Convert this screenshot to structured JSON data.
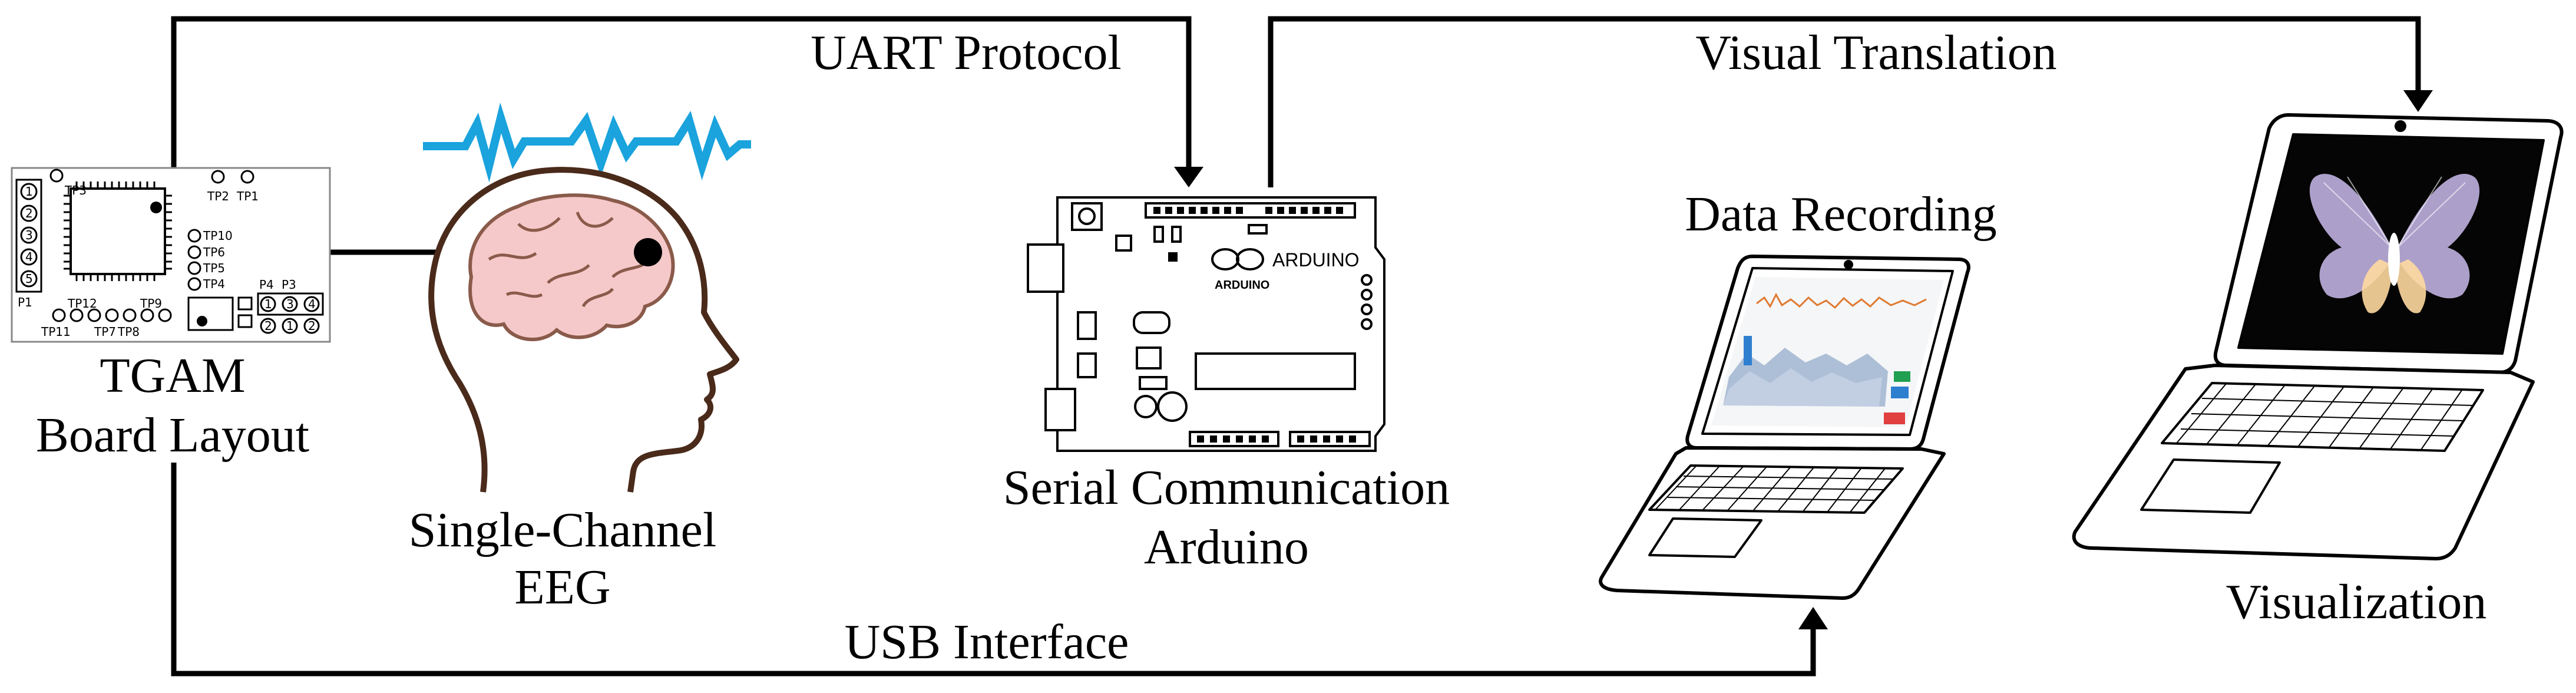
{
  "labels": {
    "uart": "UART Protocol",
    "visual_translation": "Visual Translation",
    "usb": "USB Interface",
    "tgam_line1": "TGAM",
    "tgam_line2": "Board Layout",
    "eeg_line1": "Single-Channel",
    "eeg_line2": "EEG",
    "serial_line1": "Serial Communication",
    "serial_line2": "Arduino",
    "data_recording": "Data Recording",
    "visualization": "Visualization"
  },
  "board": {
    "pins": [
      "1",
      "2",
      "3",
      "4",
      "5"
    ],
    "tp_top": [
      "TP3",
      "TP2",
      "TP1"
    ],
    "tp_right": [
      "TP10",
      "TP6",
      "TP5",
      "TP4"
    ],
    "tp_bottom": [
      "TP12",
      "TP9",
      "TP11",
      "TP7",
      "TP8"
    ],
    "p1": "P1",
    "p4": "P4",
    "p3": "P3",
    "p_pins_top": [
      "1",
      "3",
      "4"
    ],
    "p_pins_bottom": [
      "2",
      "1",
      "2"
    ]
  },
  "arduino": {
    "logo_text": "ARDUINO",
    "logo_small": "ARDUINO"
  },
  "colors": {
    "line": "#000000",
    "eeg_wave": "#1aa3dd",
    "brain": "#f5c9c9",
    "brain_outline": "#8a5a4a",
    "head_outline": "#4a2a1a",
    "screen_dark": "#050505",
    "butterfly": "#c9b8e8"
  },
  "icons": {
    "chip": "microcontroller-chip-icon",
    "arduino": "arduino-board-icon",
    "laptop": "laptop-icon",
    "brain": "brain-icon",
    "butterfly": "butterfly-icon"
  }
}
